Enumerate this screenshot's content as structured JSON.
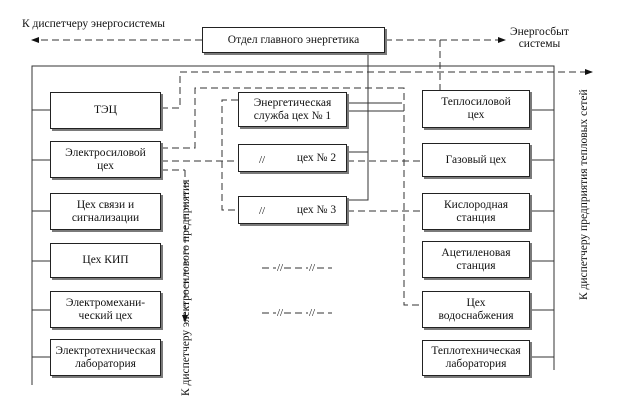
{
  "top": {
    "head": "Отдел главного энергетика"
  },
  "left_boxes": [
    "ТЭЦ",
    "Электросиловой\nцех",
    "Цех связи и\nсигнализации",
    "Цех КИП",
    "Электромехани-\nческий цех",
    "Электротехническая\nлаборатория"
  ],
  "middle_boxes": [
    "Энергетическая\nслужба цех № 1",
    "цех № 2",
    "цех № 3"
  ],
  "middle_gap_mark": "//",
  "right_boxes": [
    "Теплосиловой\nцех",
    "Газовый цех",
    "Кислородная\nстанция",
    "Ацетиленовая\nстанция",
    "Цех\nводоснабжения",
    "Теплотехническая\nлаборатория"
  ],
  "labels": {
    "dispatcher_energy_system": "К диспетчеру энергосистемы",
    "energy_sales": "Энергосбыт\nсистемы",
    "dispatcher_heat_networks": "К диспетчеру предприятия тепловых сетей",
    "dispatcher_electric": "К диспетчеру электросилового предприятия"
  }
}
